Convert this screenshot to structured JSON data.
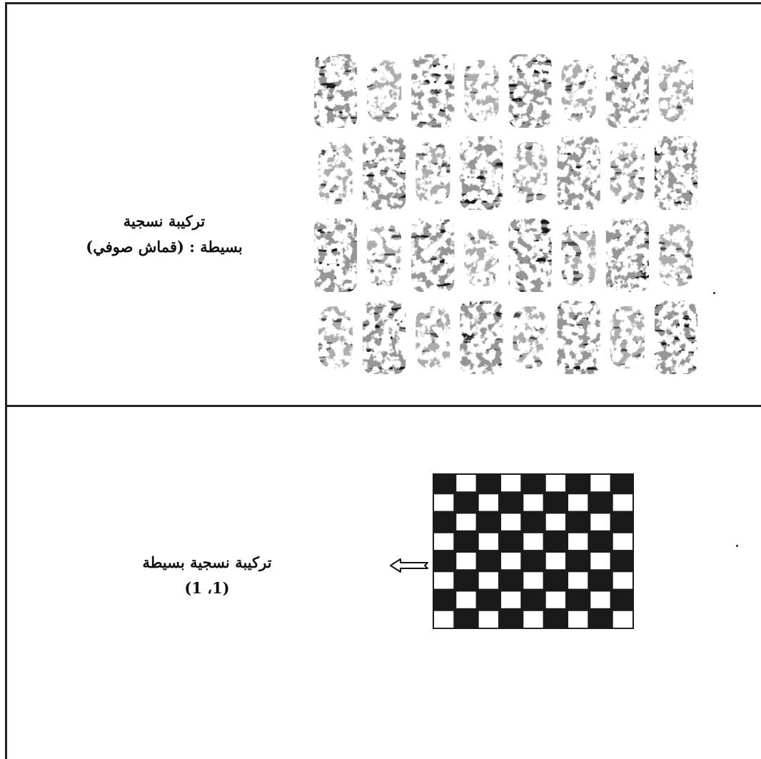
{
  "sections": [
    {
      "caption_lines": [
        "تركيبة نسجية",
        "بسيطة : (قماش صوفي)"
      ],
      "figure": "woven-wool-fabric-photo"
    },
    {
      "caption_lines": [
        "تركيبة نسجية بسيطة",
        "(1 ،1)"
      ],
      "figure": "plain-weave-checkerboard-diagram",
      "pointer": "left-arrow-icon"
    }
  ],
  "colors": {
    "ink": "#111111",
    "rule": "#222222",
    "paper": "#ffffff"
  }
}
